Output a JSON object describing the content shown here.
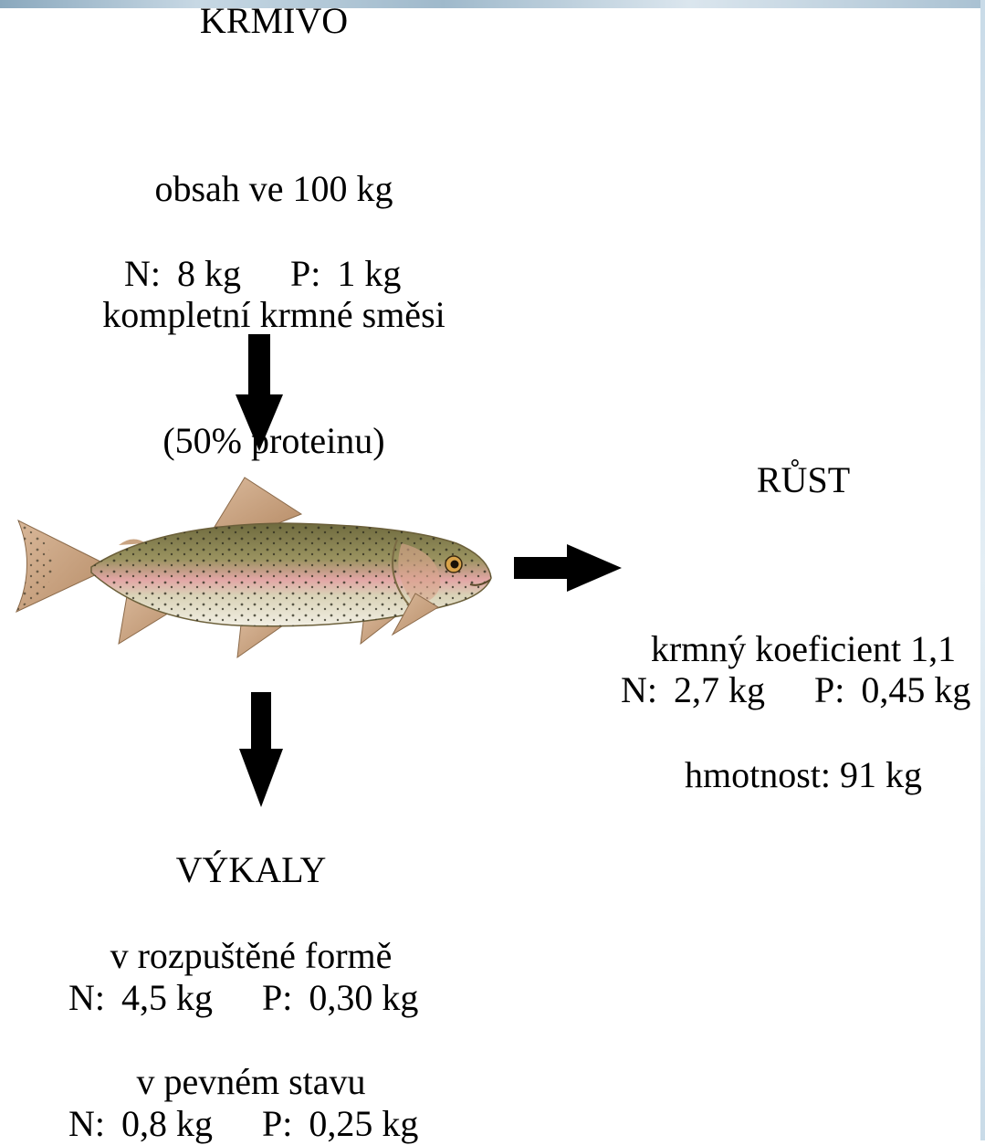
{
  "feed": {
    "heading": "KRMIVO",
    "desc_line1": "obsah ve 100 kg",
    "desc_line2": "kompletní krmné směsi",
    "desc_line3": "(50% proteinu)",
    "n_label": "N:",
    "n_value": "8 kg",
    "p_label": "P:",
    "p_value": "1 kg"
  },
  "growth": {
    "heading": "RŮST",
    "coef_line": "krmný koeficient 1,1",
    "mass_line": "hmotnost: 91 kg",
    "n_label": "N:",
    "n_value": "2,7 kg",
    "p_label": "P:",
    "p_value": "0,45 kg"
  },
  "feces": {
    "heading": "VÝKALY",
    "dissolved": {
      "label": "v rozpuštěné formě",
      "n_label": "N:",
      "n_value": "4,5 kg",
      "p_label": "P:",
      "p_value": "0,30 kg"
    },
    "solid": {
      "label": "v pevném stavu",
      "n_label": "N:",
      "n_value": "0,8 kg",
      "p_label": "P:",
      "p_value": "0,25 kg"
    }
  },
  "illustration": {
    "subject": "rainbow-trout"
  },
  "colors": {
    "text": "#000000",
    "arrow": "#000000",
    "background": "#ffffff"
  }
}
